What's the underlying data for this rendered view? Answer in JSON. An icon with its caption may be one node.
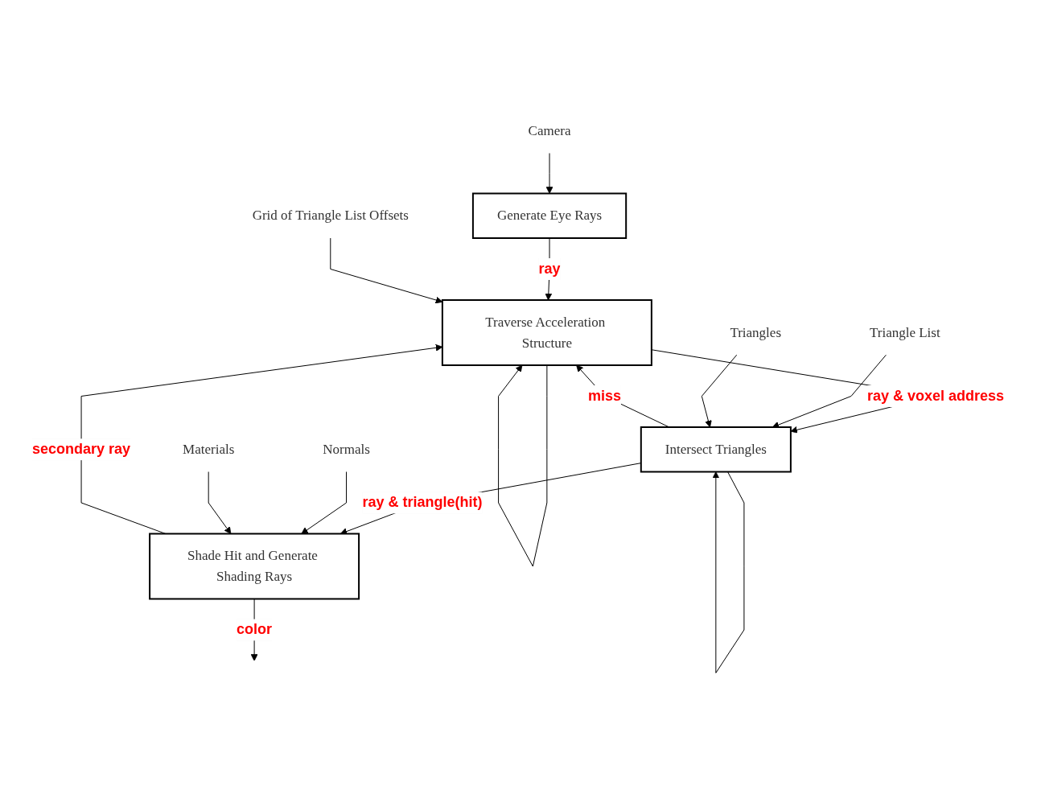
{
  "diagram": {
    "nodes": [
      {
        "text": [
          "Camera"
        ]
      },
      {
        "text": [
          "Generate Eye Rays"
        ]
      },
      {
        "text": [
          "Grid of Triangle List Offsets"
        ]
      },
      {
        "text": [
          "Traverse Acceleration Structure"
        ]
      },
      {
        "text": [
          "Triangle List"
        ]
      },
      {
        "text": [
          "Triangles"
        ]
      },
      {
        "text": [
          "Intersect Triangles"
        ]
      },
      {
        "text": [
          "Normals"
        ]
      },
      {
        "text": [
          "Materials"
        ]
      },
      {
        "text": [
          "Shade Hit and Generate Shading Rays"
        ]
      }
    ],
    "edges": [
      {
        "from": 0,
        "to": 1,
        "arrow": "to"
      },
      {
        "from": 1,
        "to": 3,
        "arrow": "to",
        "label": "ray"
      },
      {
        "from": 2,
        "to": 3,
        "arrow": "to"
      },
      {
        "from": 3,
        "to": 3,
        "arrow": "to"
      },
      {
        "from": 3,
        "to": 6,
        "arrow": "to",
        "label": "ray & voxel address"
      },
      {
        "from": 4,
        "to": 6,
        "arrow": "to"
      },
      {
        "from": 5,
        "to": 6,
        "arrow": "to"
      },
      {
        "from": 6,
        "to": 3,
        "arrow": "to",
        "label": "miss"
      },
      {
        "from": 6,
        "to": 6,
        "arrow": "to"
      },
      {
        "from": 6,
        "to": 9,
        "arrow": "to",
        "label": "ray & triangle(hit)"
      },
      {
        "from": 7,
        "to": 9,
        "arrow": "to"
      },
      {
        "from": 8,
        "to": 9,
        "arrow": "to"
      },
      {
        "from": 9,
        "to": 3,
        "arrow": "to",
        "label": "secondary ray"
      },
      {
        "from": 9,
        "to": null,
        "arrow": "to",
        "label": "color"
      }
    ]
  }
}
